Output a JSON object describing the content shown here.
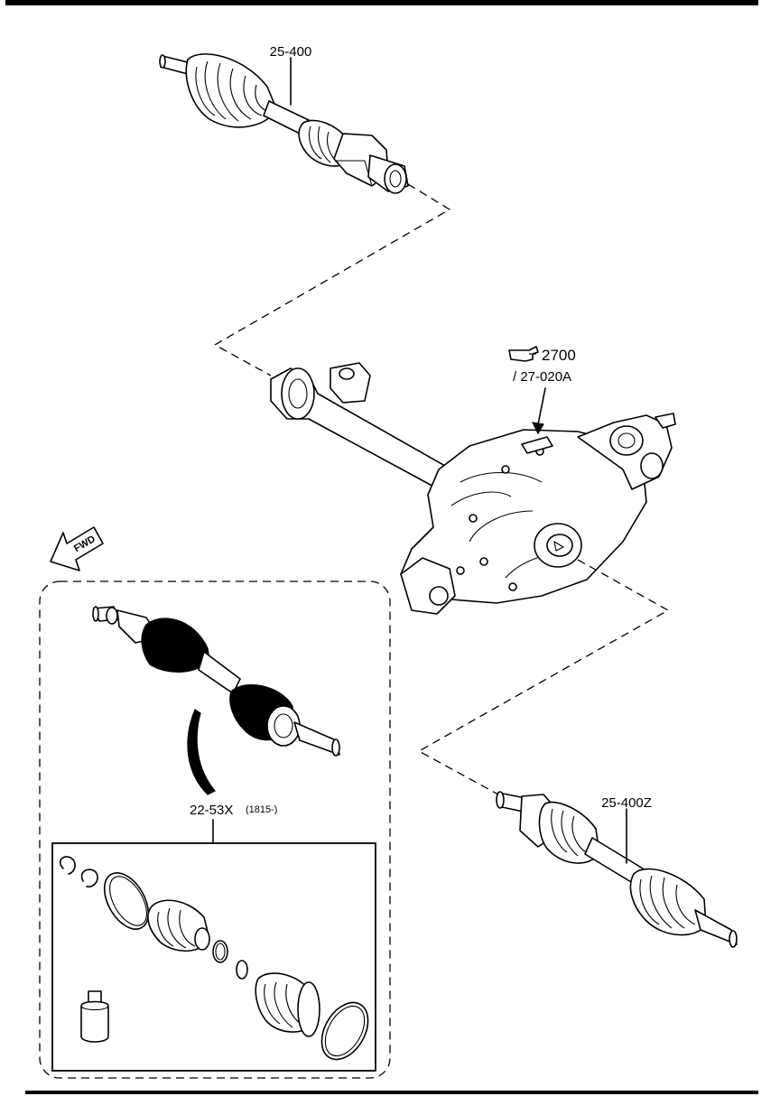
{
  "callouts": {
    "upper_shaft": "25-400",
    "lower_shaft": "25-400Z",
    "diff_ref": "2700",
    "diff_sub_ref": "/ 27-020A",
    "kit": "22-53X",
    "kit_note": "(1815-)"
  },
  "fwd_label": "FWD",
  "icons": {
    "reference": "pointing-hand-icon",
    "direction": "fwd-arrow-icon"
  }
}
